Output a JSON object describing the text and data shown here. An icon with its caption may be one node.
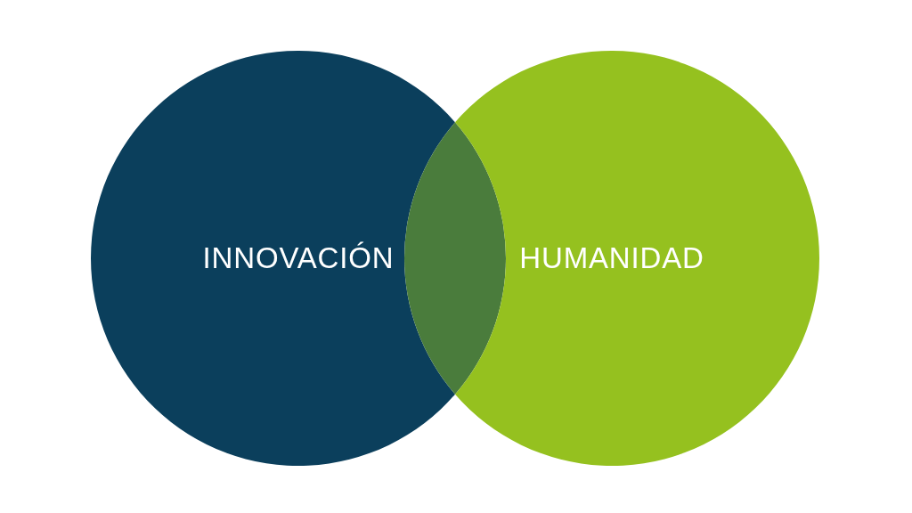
{
  "diagram": {
    "nodes": [
      {
        "text": [
          "INNOVACIÓN"
        ]
      },
      {
        "text": [],
        "shape": "lens"
      },
      {
        "text": [
          "HUMANIDAD"
        ]
      }
    ]
  }
}
